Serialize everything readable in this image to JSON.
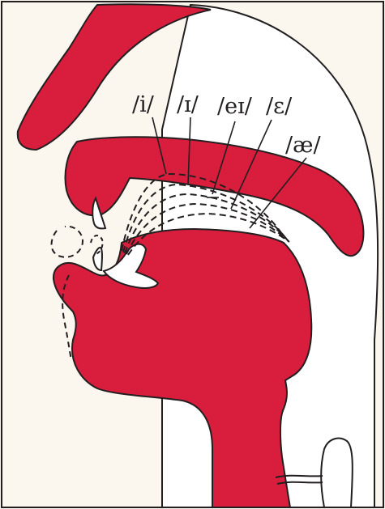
{
  "labels": {
    "i": "/i/",
    "ih": "/ɪ/",
    "ei": "/eɪ/",
    "eh": "/ɛ/",
    "ae": "/æ/"
  },
  "colors": {
    "tissue": "#d81e3c",
    "background": "#fbf7ef",
    "outline": "#231f20"
  }
}
